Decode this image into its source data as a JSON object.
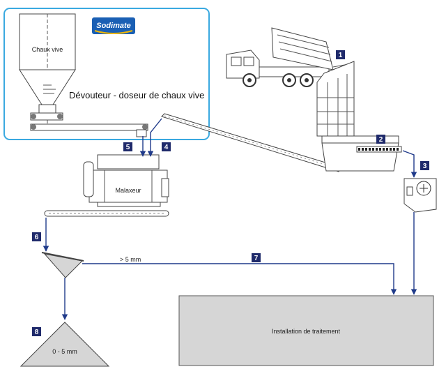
{
  "labels": {
    "silo": "Chaux vive",
    "doser": "Dévouteur - doseur de chaux vive",
    "mixer": "Malaxeur",
    "fine_pile": "0 - 5 mm",
    "screen_output": "> 5 mm",
    "treatment": "Installation de traitement"
  },
  "logo": {
    "text": "Sodimate"
  },
  "steps": [
    "1",
    "2",
    "3",
    "4",
    "5",
    "6",
    "7",
    "8"
  ],
  "colors": {
    "frame": "#3aa9e0",
    "step_badge": "#1f2a6b",
    "flow_arrow": "#1f3a8a",
    "logo_bg": "#1a5fb4",
    "logo_accent": "#f2b705"
  }
}
